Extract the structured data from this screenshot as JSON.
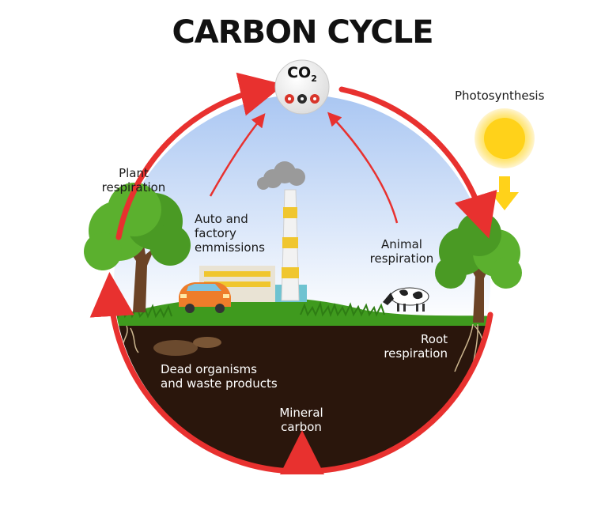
{
  "title": "CARBON CYCLE",
  "co2": {
    "main": "CO",
    "sub": "2"
  },
  "labels": {
    "photosynthesis": "Photosynthesis",
    "plant_respiration": "Plant\nrespiration",
    "auto_factory": "Auto and\nfactory\nemmissions",
    "animal_respiration": "Animal\nrespiration",
    "root_respiration": "Root\nrespiration",
    "dead_organisms": "Dead organisms\nand waste products",
    "mineral_carbon": "Mineral\ncarbon"
  },
  "colors": {
    "arrow": "#e8312f",
    "sky_top": "#a9c6f2",
    "sky_bottom": "#ffffff",
    "soil": "#2a160c",
    "grass": "#3f9a1e",
    "tree": "#5bb02e",
    "sun": "#ffd21a",
    "factory_stripe": "#f0c62e",
    "car": "#ee7d2a"
  }
}
